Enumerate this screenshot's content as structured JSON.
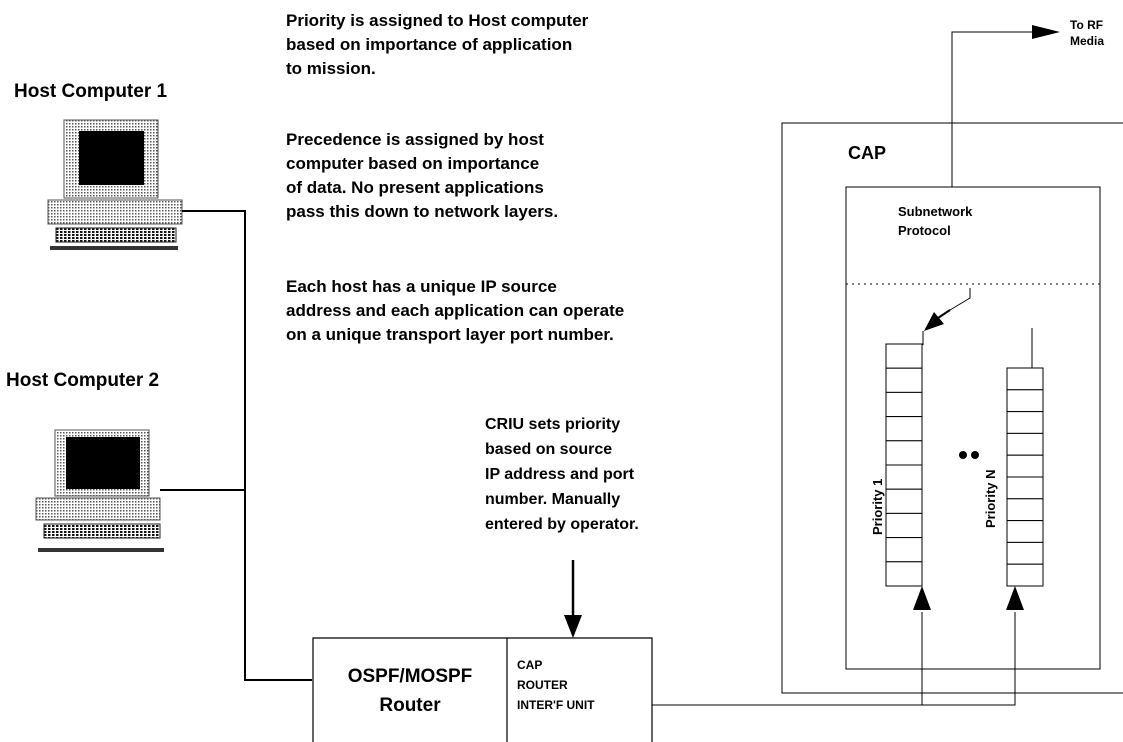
{
  "hosts": [
    {
      "label": "Host Computer 1"
    },
    {
      "label": "Host Computer 2"
    }
  ],
  "notes": {
    "priority": [
      "Priority is assigned to Host computer",
      "based on importance of application",
      "to mission."
    ],
    "precedence": [
      "Precedence is assigned by host",
      "computer based on importance",
      "of data.  No present applications",
      "pass this down to network layers."
    ],
    "unique_ip": [
      "Each host has a unique IP source",
      "address and each application can operate",
      "on a unique transport layer port number."
    ],
    "criu": [
      "CRIU sets priority",
      "based on source",
      "IP address and port",
      "number.  Manually",
      "entered by operator."
    ]
  },
  "rf_media": [
    "To RF",
    "Media"
  ],
  "cap": {
    "title": "CAP",
    "subnetwork": [
      "Subnetwork",
      "Protocol"
    ],
    "queues": [
      {
        "label": "Priority 1",
        "slots": 10
      },
      {
        "label": "Priority N",
        "slots": 10
      }
    ]
  },
  "router": {
    "main": [
      "OSPF/MOSPF",
      "Router"
    ],
    "criu": [
      "CAP",
      "ROUTER",
      "INTER'F UNIT"
    ]
  }
}
